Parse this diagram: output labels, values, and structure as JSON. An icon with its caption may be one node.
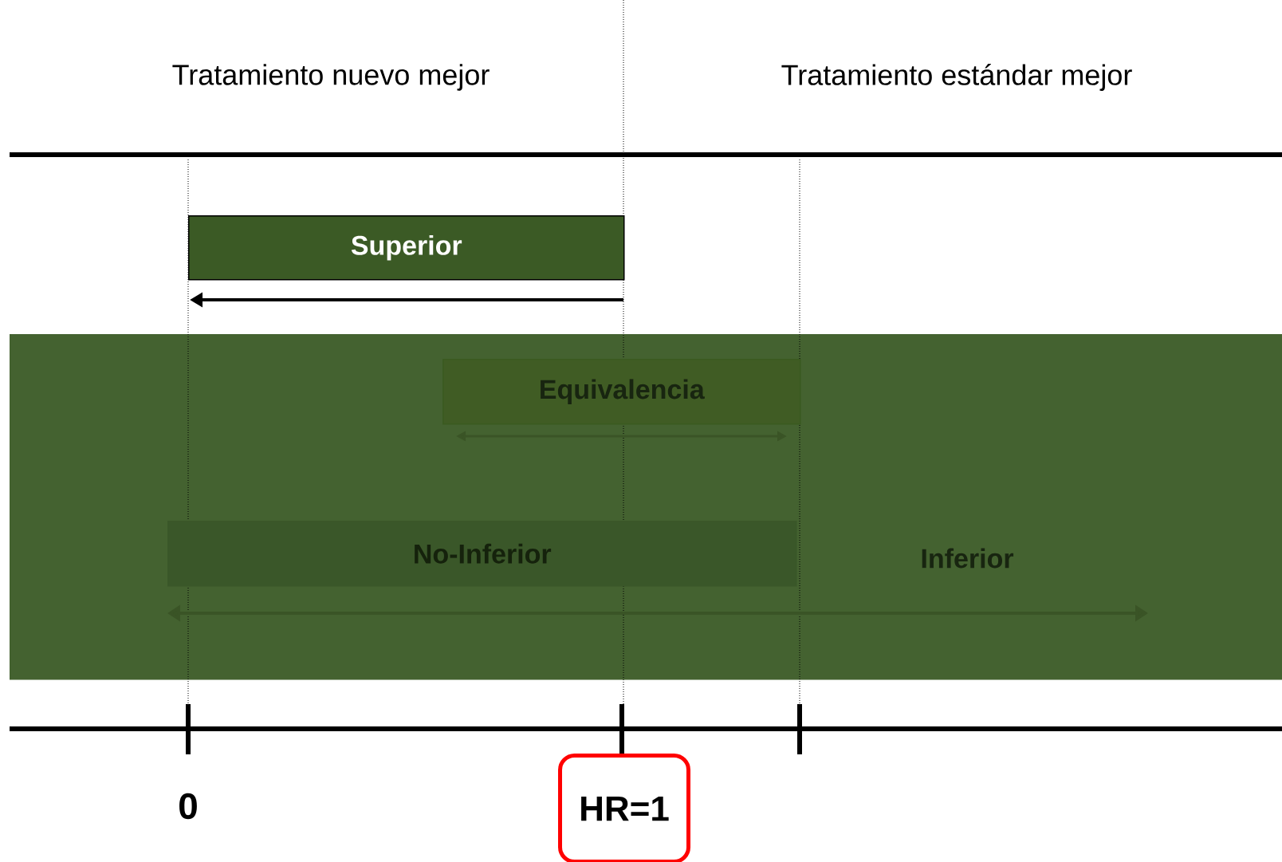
{
  "diagram": {
    "nodes": [
      {
        "text": [
          "Superior"
        ]
      },
      {
        "text": [],
        "shape": "box"
      },
      {
        "text": [
          "Equivalencia"
        ],
        "in": 1
      },
      {
        "text": [
          "No-Inferior"
        ],
        "in": 1
      },
      {
        "text": [
          "HR=1"
        ]
      }
    ],
    "labels": [
      "Tratamiento nuevo mejor",
      "Tratamiento estándar mejor",
      "Inferior",
      "0"
    ]
  }
}
